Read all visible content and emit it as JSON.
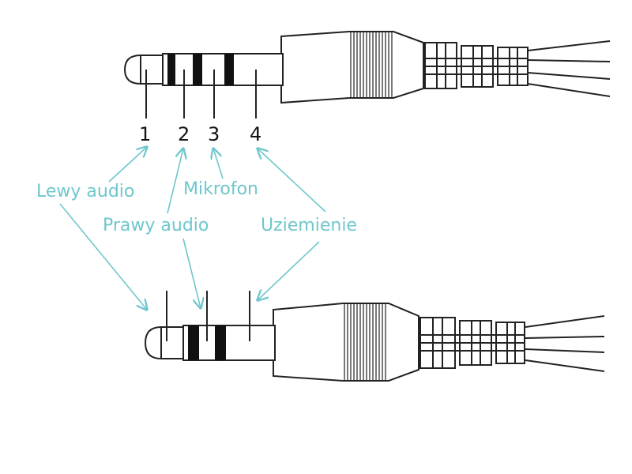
{
  "colors": {
    "label": "#6fc7cc",
    "line": "#222222",
    "band": "#111111"
  },
  "pin_numbers": [
    "1",
    "2",
    "3",
    "4"
  ],
  "labels": {
    "left_audio": "Lewy audio",
    "right_audio": "Prawy audio",
    "microphone": "Mikrofon",
    "ground": "Uziemienie"
  }
}
